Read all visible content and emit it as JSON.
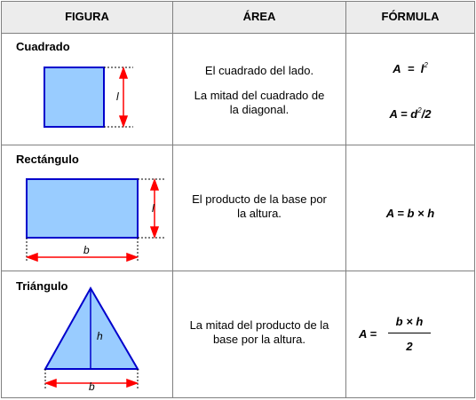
{
  "headers": {
    "figura": "FIGURA",
    "area": "ÁREA",
    "formula": "FÓRMULA"
  },
  "colors": {
    "header_bg": "#ececec",
    "fill": "#99ccff",
    "stroke": "#0000cc",
    "arrow": "#ff0000",
    "grid": "#808080"
  },
  "rows": [
    {
      "name": "Cuadrado",
      "area_lines": [
        "El cuadrado del lado.",
        "",
        "La mitad del cuadrado de",
        "la diagonal."
      ],
      "formula_1": {
        "lhs": "A",
        "eq": "=",
        "base": "l",
        "exp": "2"
      },
      "formula_2": {
        "lhs": "A",
        "eq": "=",
        "base": "d",
        "exp": "2",
        "tail": "/2"
      },
      "dim_label": "l"
    },
    {
      "name": "Rectángulo",
      "area_lines": [
        "El producto de la base por",
        "la altura."
      ],
      "formula": "A = b × h",
      "dim_height": "l",
      "dim_base": "b"
    },
    {
      "name": "Triángulo",
      "area_lines": [
        "La mitad del producto de la",
        "base por la altura."
      ],
      "formula_lhs": "A =",
      "formula_num": "b × h",
      "formula_den": "2",
      "dim_height": "h",
      "dim_base": "b"
    }
  ]
}
